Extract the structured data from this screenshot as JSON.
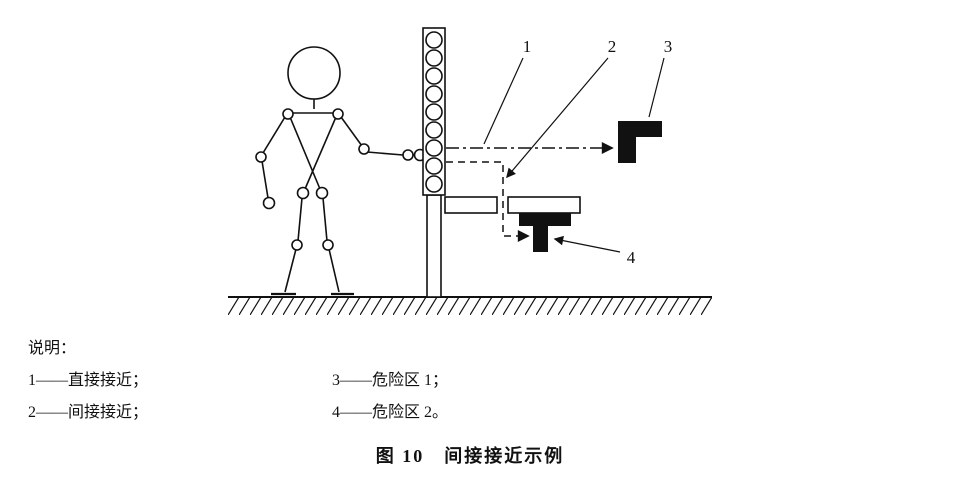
{
  "diagram": {
    "callouts": [
      "1",
      "2",
      "3",
      "4"
    ]
  },
  "legend": {
    "title": "说明：",
    "items": [
      "1——直接接近；",
      "2——间接接近；",
      "3——危险区 1；",
      "4——危险区 2。"
    ]
  },
  "caption": "图 10　间接接近示例"
}
